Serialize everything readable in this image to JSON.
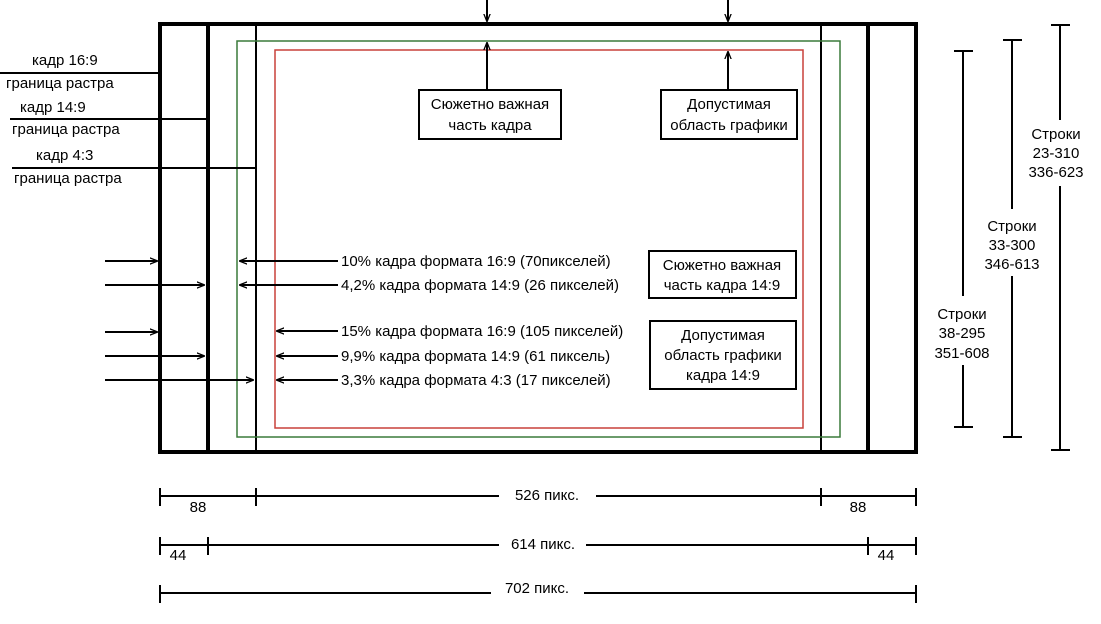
{
  "frame_labels": [
    {
      "name": "кадр 16:9",
      "sub": "граница растра"
    },
    {
      "name": "кадр 14:9",
      "sub": "граница растра"
    },
    {
      "name": "кадр 4:3",
      "sub": "граница растра"
    }
  ],
  "top_boxes": [
    {
      "lines": [
        "Сюжетно важная",
        "часть кадра"
      ]
    },
    {
      "lines": [
        "Допустимая",
        "область графики"
      ]
    }
  ],
  "side_boxes": [
    {
      "lines": [
        "Сюжетно важная",
        "часть кадра 14:9"
      ]
    },
    {
      "lines": [
        "Допустимая",
        "область графики",
        "кадра 14:9"
      ]
    }
  ],
  "margin_notes": [
    "10% кадра формата 16:9  (70пикселей)",
    "4,2% кадра формата 14:9 (26 пикселей)",
    "15% кадра формата 16:9 (105 пикселей)",
    "9,9% кадра формата 14:9 (61 пиксель)",
    "3,3% кадра формата 4:3 (17 пикселей)"
  ],
  "line_ranges": [
    {
      "title": "Строки",
      "range1": "38-295",
      "range2": "351-608"
    },
    {
      "title": "Строки",
      "range1": "33-300",
      "range2": "346-613"
    },
    {
      "title": "Строки",
      "range1": "23-310",
      "range2": "336-623"
    }
  ],
  "dimensions": {
    "row1": {
      "center": "526 пикс.",
      "left": "88",
      "right": "88"
    },
    "row2": {
      "center": "614 пикс.",
      "left": "44",
      "right": "44"
    },
    "row3": {
      "center": "702 пикс."
    }
  },
  "colors": {
    "safe_action": "#3a7a3a",
    "safe_title": "#c8413a",
    "ink": "#000000"
  }
}
